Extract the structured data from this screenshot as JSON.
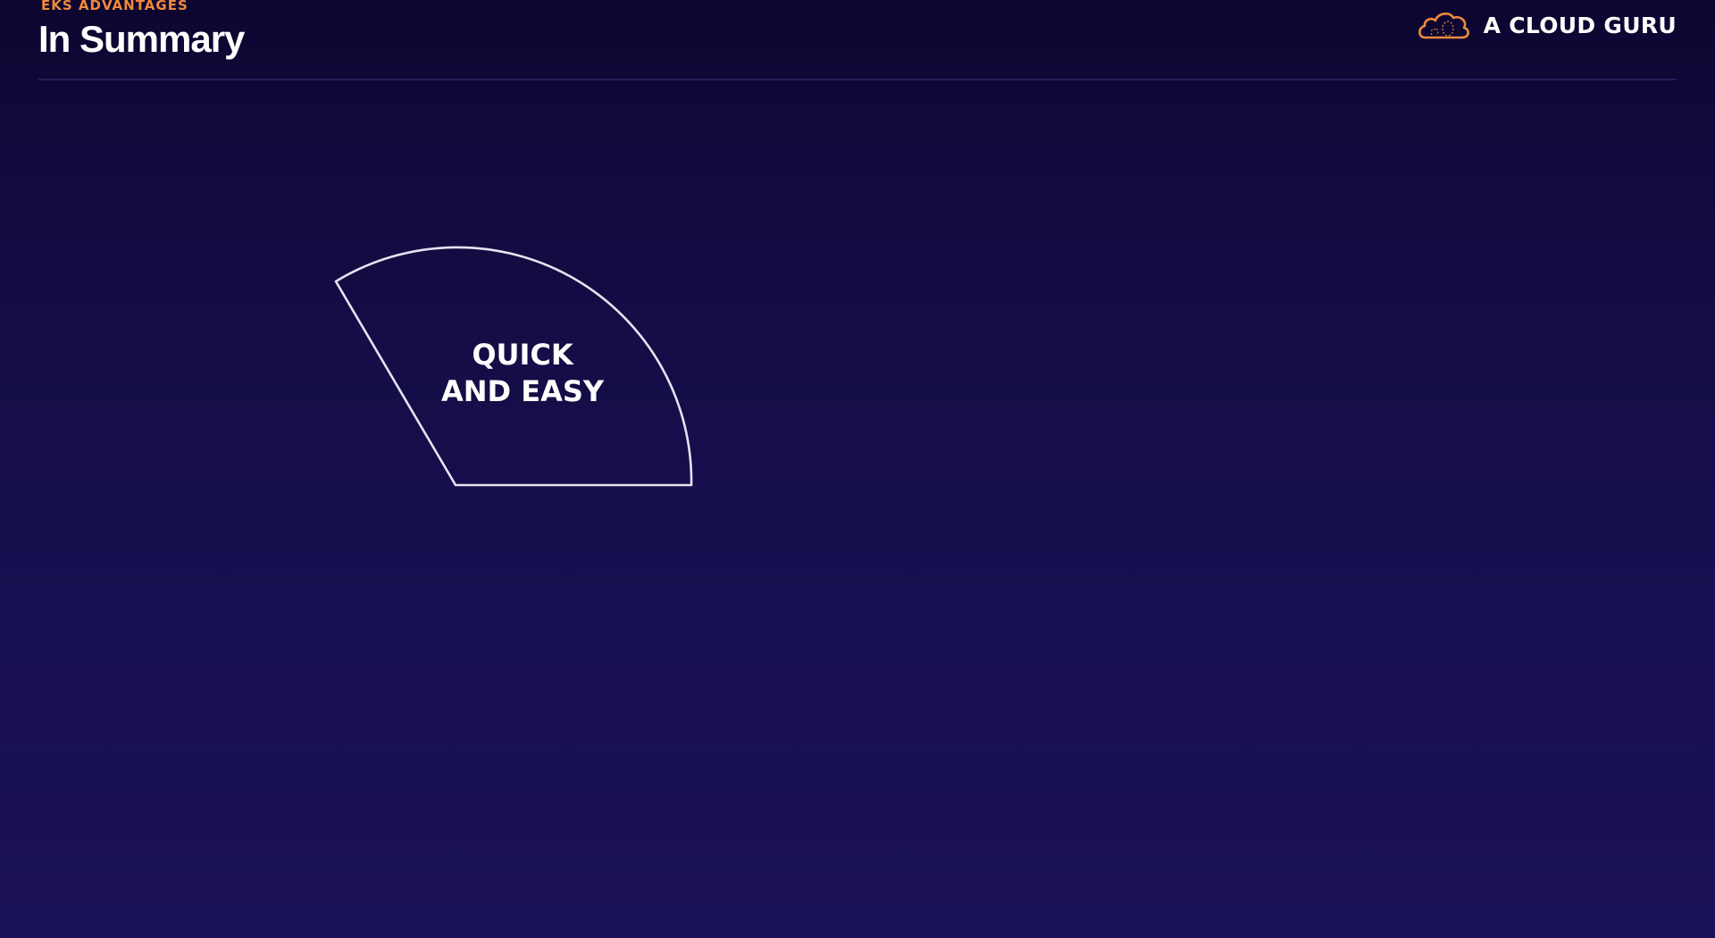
{
  "header": {
    "eyebrow": "EKS ADVANTAGES",
    "title": "In Summary"
  },
  "brand": {
    "name": "A CLOUD GURU",
    "logo_icon": "cloud-logo-icon",
    "logo_color": "#f08a3b"
  },
  "diagram": {
    "segment": {
      "line1": "QUICK",
      "line2": "AND EASY"
    }
  },
  "colors": {
    "background_top": "#0d0630",
    "background_bottom": "#1a1256",
    "accent": "#f08a3b",
    "text": "#ffffff"
  }
}
